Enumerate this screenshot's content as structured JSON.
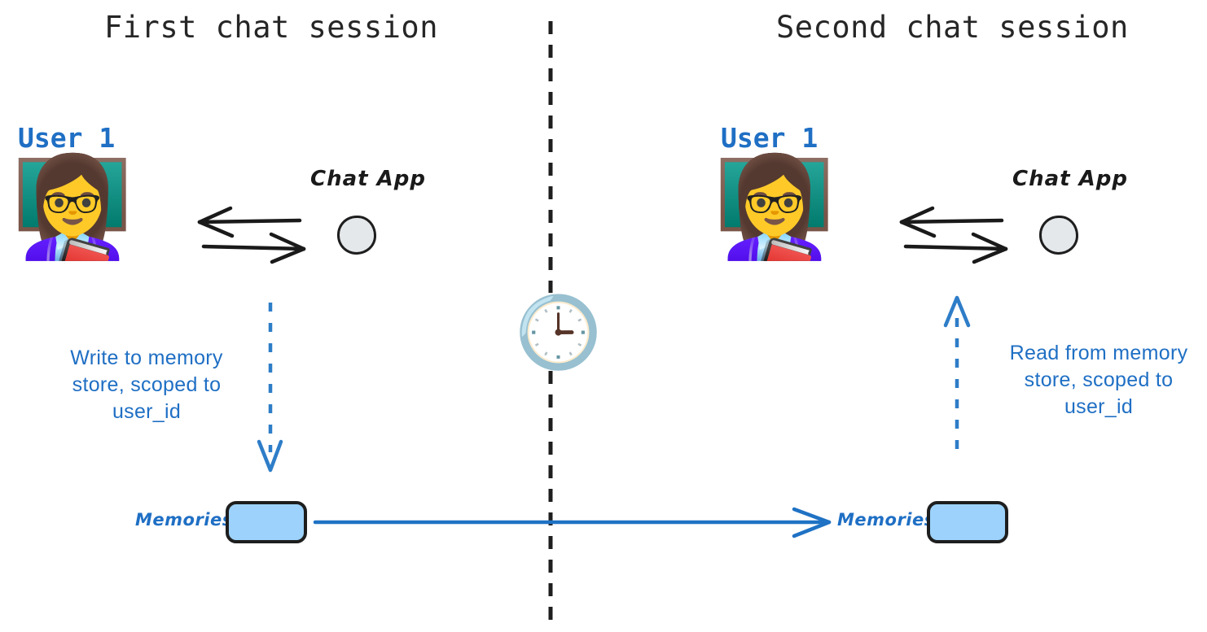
{
  "diagram": {
    "title_left": "First chat session",
    "title_right": "Second chat session",
    "divider": "vertical-dashed-time-divider",
    "clock_icon": "🕒",
    "avatar_icon": "👩‍🏫"
  },
  "left_session": {
    "title": "First chat session",
    "user_label": "User 1",
    "avatar": "👩‍🏫",
    "chat_app_label": "Chat App",
    "chat_app_node": "circle",
    "exchange_arrows": [
      "arrow-left",
      "arrow-right"
    ],
    "note": "Write to memory store, scoped to user_id",
    "note_lines": [
      "Write to memory",
      "store, scoped to",
      "user_id"
    ],
    "memory_label": "Memories",
    "flow_direction": "down"
  },
  "right_session": {
    "title": "Second chat session",
    "user_label": "User 1",
    "avatar": "👩‍🏫",
    "chat_app_label": "Chat App",
    "chat_app_node": "circle",
    "exchange_arrows": [
      "arrow-left",
      "arrow-right"
    ],
    "note": "Read from memory store, scoped to user_id",
    "note_lines": [
      "Read from memory",
      "store, scoped to",
      "user_id"
    ],
    "memory_label": "Memories",
    "flow_direction": "up"
  },
  "center": {
    "clock": "🕒",
    "meaning": "time passes between sessions"
  },
  "persistence_arrow": {
    "label": "",
    "direction": "left-to-right",
    "meaning": "memories persist across sessions"
  },
  "colors": {
    "accent_blue": "#1F6FC4",
    "memory_fill": "#9CD2FB",
    "app_fill": "#E4E8EB",
    "ink": "#1e1e1e",
    "background": "#ffffff"
  }
}
